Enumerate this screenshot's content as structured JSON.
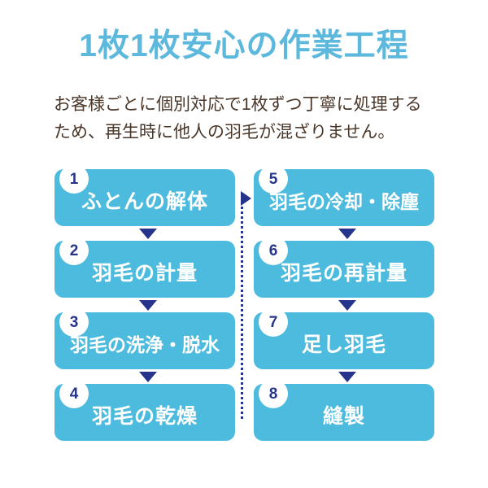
{
  "header": {
    "title": "1枚1枚安心の作業工程",
    "title_color": "#5cb8dc"
  },
  "lead": {
    "line1": "お客様ごとに個別対応で1枚ずつ丁寧に処理する",
    "line2": "ため、再生時に他人の羽毛が混ざりません。",
    "text_color": "#4a3729"
  },
  "flow": {
    "box_color": "#4cbbdd",
    "badge_bg": "#ffffff",
    "badge_color": "#26348b",
    "arrow_color": "#26348b",
    "label_color": "#ffffff",
    "left_column": [
      {
        "number": "1",
        "label": "ふとんの解体"
      },
      {
        "number": "2",
        "label": "羽毛の計量"
      },
      {
        "number": "3",
        "label": "羽毛の洗浄・脱水"
      },
      {
        "number": "4",
        "label": "羽毛の乾燥"
      }
    ],
    "right_column": [
      {
        "number": "5",
        "label": "羽毛の冷却・除塵"
      },
      {
        "number": "6",
        "label": "羽毛の再計量"
      },
      {
        "number": "7",
        "label": "足し羽毛"
      },
      {
        "number": "8",
        "label": "縫製"
      }
    ]
  }
}
